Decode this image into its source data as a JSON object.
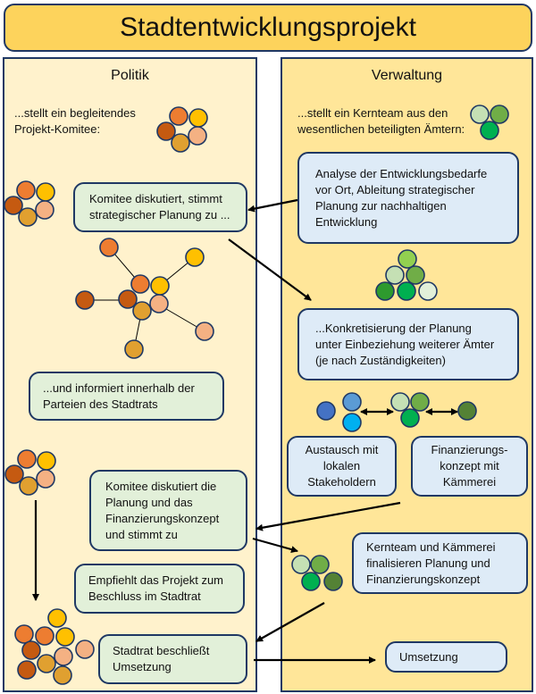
{
  "title": "Stadtentwicklungsprojekt",
  "politik": {
    "heading": "Politik",
    "intro": "...stellt ein begleitendes Projekt-Komitee:",
    "box1": "Komitee diskutiert, stimmt strategischer Planung zu ...",
    "box2": "...und informiert innerhalb der Parteien des Stadtrats",
    "box3": "Komitee diskutiert die Planung und das Finanzierungskonzept und stimmt zu",
    "box4": "Empfiehlt das Projekt zum Beschluss im Stadtrat",
    "box5": "Stadtrat beschließt Umsetzung"
  },
  "verwaltung": {
    "heading": "Verwaltung",
    "intro": "...stellt ein Kernteam aus den wesentlichen beteiligten Ämtern:",
    "box1": "Analyse der Entwicklungsbedarfe vor Ort, Ableitung strategischer Planung zur nachhaltigen Entwicklung",
    "box2": "...Konkretisierung der Planung unter Einbeziehung weiterer Ämter (je nach Zuständigkeiten)",
    "box3": "Austausch mit lokalen Stakeholdern",
    "box4": "Finanzierungs-konzept mit Kämmerei",
    "box5": "Kernteam und Kämmerei finalisieren Planung und Finanzierungskonzept",
    "box6": "Umsetzung"
  },
  "colors": {
    "title_bg": "#fdd35c",
    "politik_bg": "#fff2cc",
    "verwaltung_bg": "#ffe699",
    "green_box": "#e2f0d9",
    "blue_box": "#deebf7",
    "border": "#1f3864"
  }
}
